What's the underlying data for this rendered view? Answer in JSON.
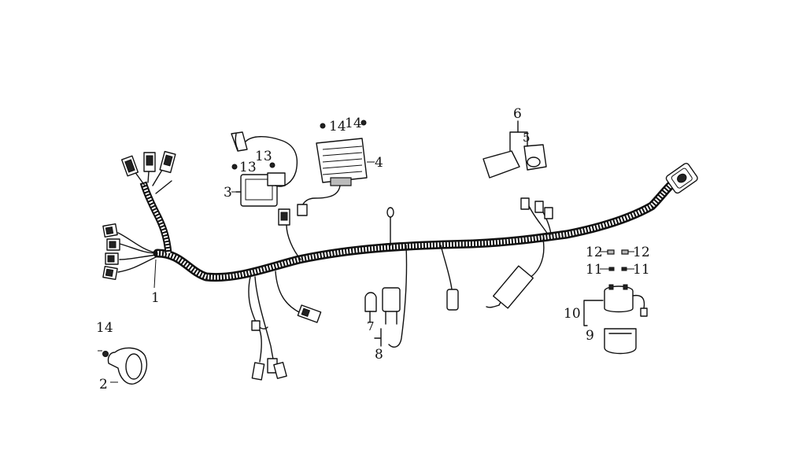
{
  "callouts": {
    "c1": "1",
    "c2": "2",
    "c3": "3",
    "c4": "4",
    "c5": "5",
    "c6": "6",
    "c7": "7",
    "c8": "8",
    "c9": "9",
    "c10": "10",
    "c11a": "11",
    "c11b": "11",
    "c12a": "12",
    "c12b": "12",
    "c13a": "13",
    "c13b": "13",
    "c14a": "14",
    "c14b": "14",
    "c14c": "14"
  }
}
